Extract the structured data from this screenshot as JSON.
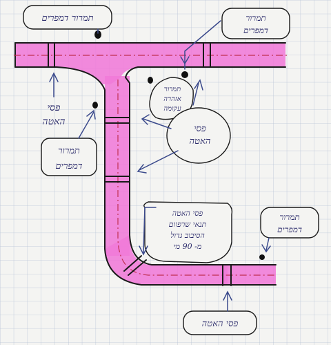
{
  "labels": {
    "top_left": "תמרור דמפרים",
    "top_right_line1": "תמרור",
    "top_right_line2": "דמפרים",
    "crosswalk_left_line1": "פסי",
    "crosswalk_left_line2": "האטה",
    "center_bubble_line1": "תמרור",
    "center_bubble_line2": "אזהרה",
    "center_bubble_line3": "עקומה",
    "right_bubble_line1": "פסי",
    "right_bubble_line2": "האטה",
    "left_mid_line1": "תמרור",
    "left_mid_line2": "דמפרים",
    "note_line1": "פסי האטה",
    "note_line2": "תנאי שרפוום",
    "note_line3": "הסיבוב גדול",
    "note_line4": "מ- 90 מי",
    "right_low_line1": "תמרור",
    "right_low_line2": "דמפרים",
    "bottom": "פסי האטה"
  },
  "colors": {
    "road_fill": "#f07ad8",
    "road_edge": "#1a1a1a",
    "centerline": "#c03050",
    "grid": "#b8c4d6",
    "ink_blue": "#2a2a6a"
  }
}
